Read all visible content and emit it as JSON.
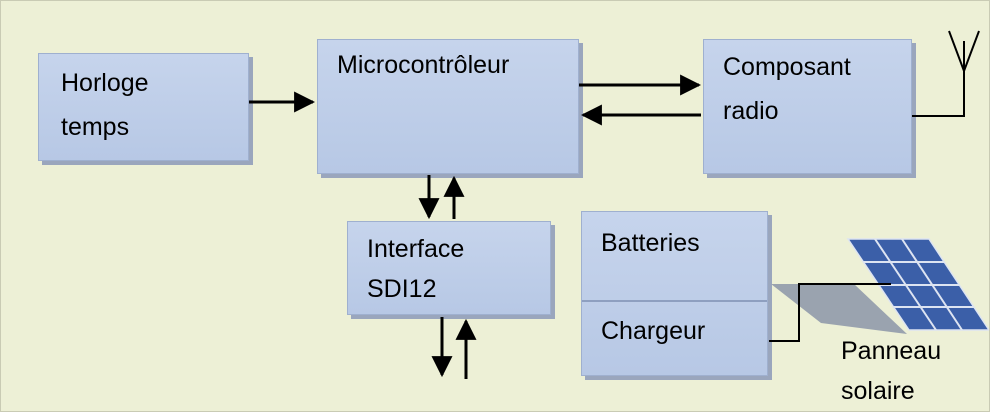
{
  "colors": {
    "background": "#edf0d6",
    "box_fill": "#c0cfea",
    "box_shadow": "#9aa6bd",
    "line": "#000000",
    "solar_panel": "#3b5fa8"
  },
  "blocks": {
    "clock": {
      "line1": "Horloge",
      "line2": "temps"
    },
    "mcu": {
      "label": "Microcontrôleur"
    },
    "radio": {
      "line1": "Composant",
      "line2": "radio"
    },
    "sdi": {
      "line1": "Interface",
      "line2": "SDI12"
    },
    "battery": {
      "label": "Batteries"
    },
    "charger": {
      "label": "Chargeur"
    },
    "solar": {
      "line1": "Panneau",
      "line2": "solaire"
    }
  },
  "icons": {
    "antenna": "antenna-icon",
    "solar_panel": "solar-panel-icon"
  }
}
